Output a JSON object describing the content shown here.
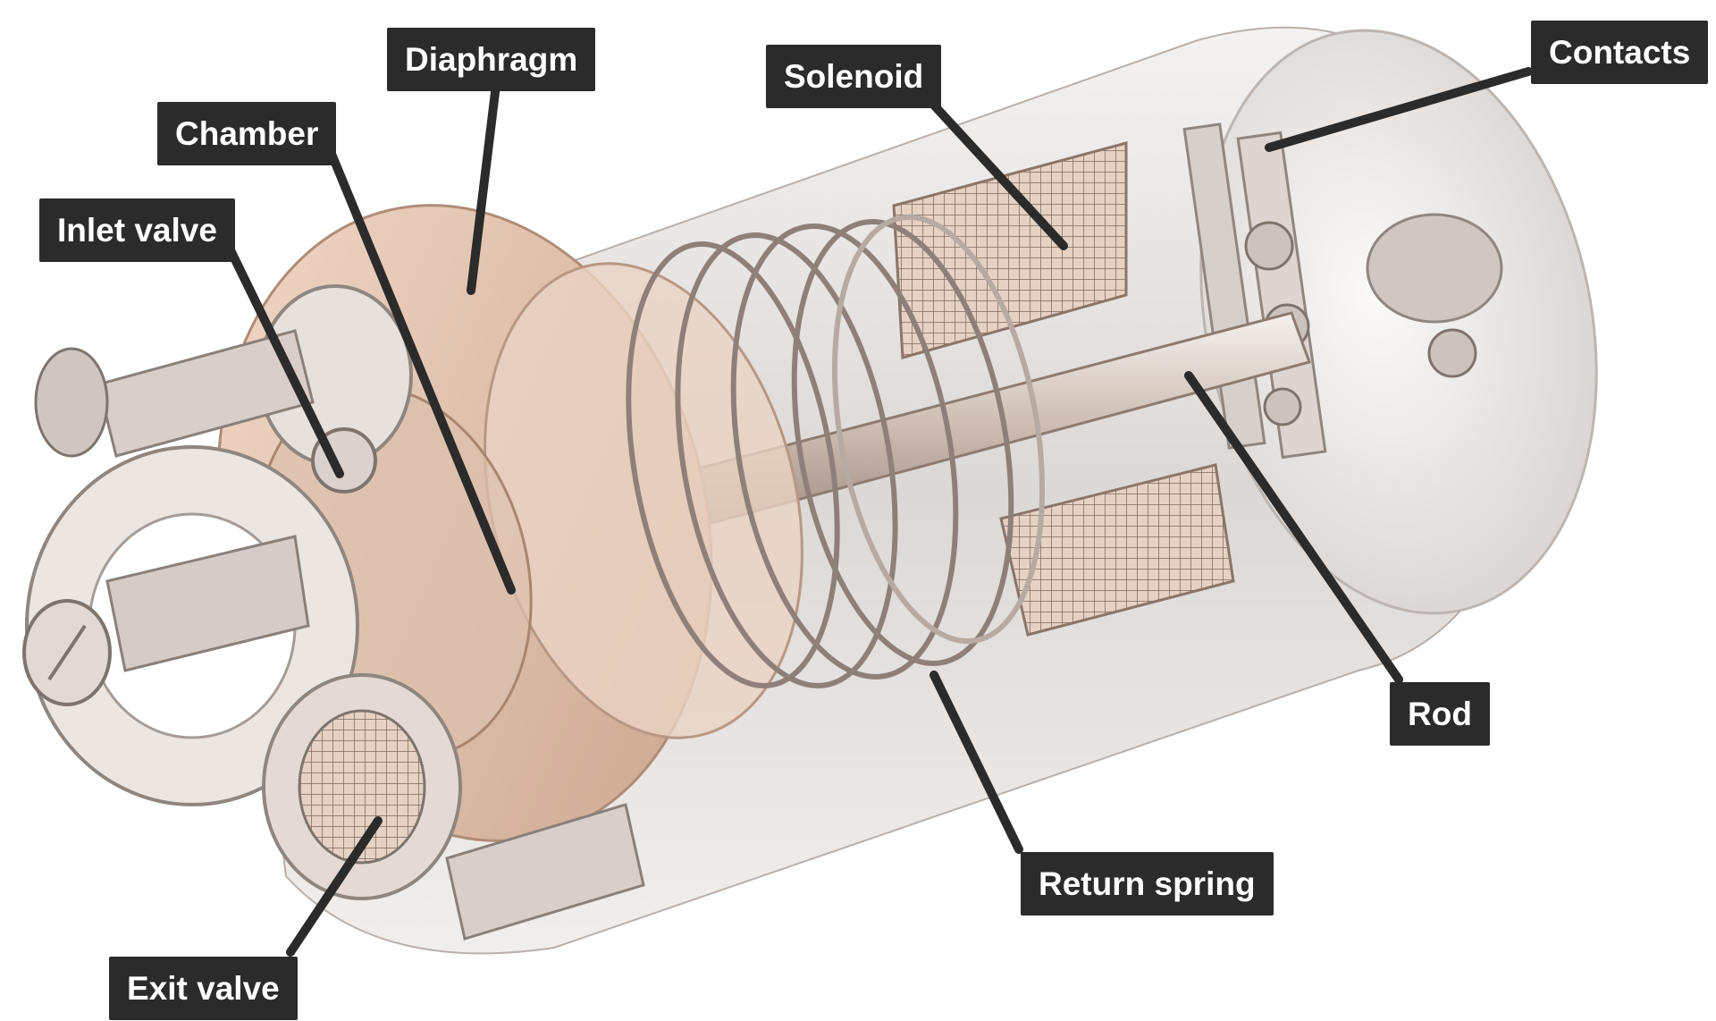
{
  "labels": {
    "diaphragm": "Diaphragm",
    "solenoid": "Solenoid",
    "contacts": "Contacts",
    "chamber": "Chamber",
    "inlet_valve": "Inlet valve",
    "rod": "Rod",
    "return_spring": "Return spring",
    "exit_valve": "Exit valve"
  },
  "colors": {
    "label_bg": "#2b2b2b",
    "label_text": "#ffffff",
    "leader_line": "#2b2b2b",
    "housing": "#e9e6e4",
    "copper_parts": "#e3c2ad",
    "metal_parts": "#cfc9c5"
  }
}
